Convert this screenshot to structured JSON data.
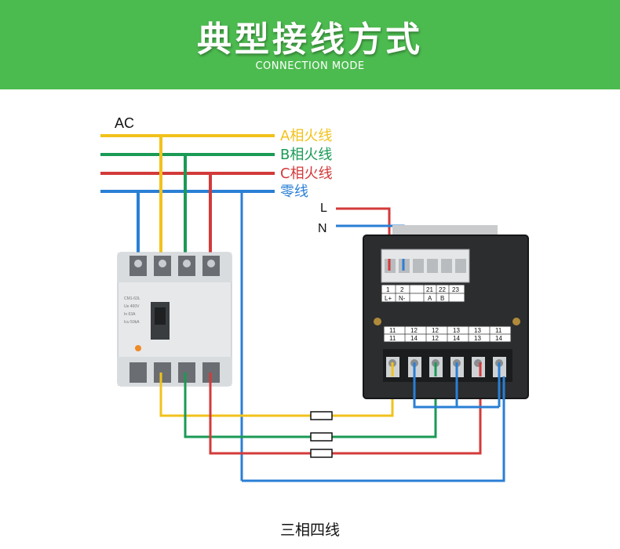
{
  "header": {
    "title": "典型接线方式",
    "subtitle": "CONNECTION MODE"
  },
  "diagram": {
    "ac_label": "AC",
    "bus_lines": [
      {
        "label": "A相火线",
        "color": "#f2c21b"
      },
      {
        "label": "B相火线",
        "color": "#1a9a55"
      },
      {
        "label": "C相火线",
        "color": "#d33a3a"
      },
      {
        "label": "零线",
        "color": "#2a7fd4"
      }
    ],
    "power_labels": {
      "live": "L",
      "neutral": "N"
    },
    "top_terminal": {
      "numbers": [
        "1",
        "2",
        "21",
        "22",
        "23"
      ],
      "names": [
        "L+",
        "N-",
        "A",
        "B",
        ""
      ]
    },
    "mid_terminal": {
      "row1": [
        "11",
        "12",
        "12",
        "13",
        "13",
        "11"
      ],
      "row2": [
        "11",
        "14",
        "12",
        "14",
        "13",
        "14"
      ]
    },
    "breaker_text": [
      "CM1-63L",
      "Ue 400V",
      "In 63A",
      "Icu 50kA"
    ]
  },
  "footer": {
    "caption": "三相四线"
  }
}
